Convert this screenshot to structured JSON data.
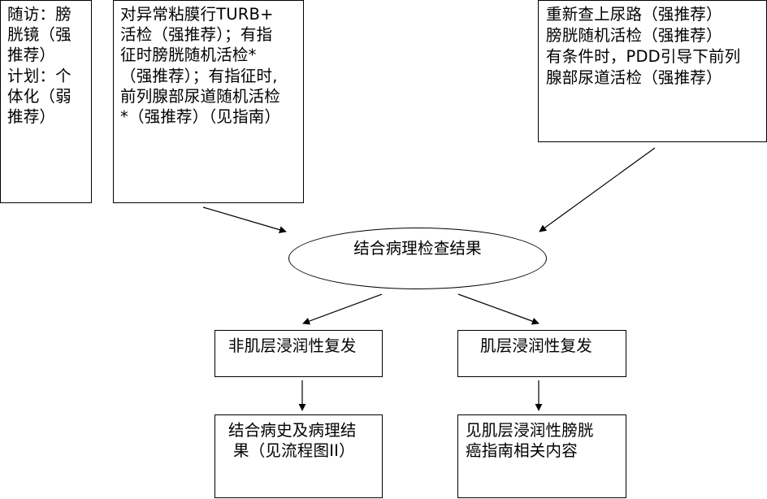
{
  "boxes": {
    "followup": {
      "lines": [
        "随访：膀",
        "胱镜（强",
        "推荐）",
        "计划：个",
        "体化（弱",
        "推荐）"
      ]
    },
    "turb": {
      "lines": [
        "对异常粘膜行TURB+",
        "活检（强推荐）；有指",
        "征时膀胱随机活检*",
        "（强推荐）；有指征时,",
        "前列腺部尿道随机活检",
        "*（强推荐）（见指南）"
      ]
    },
    "recheck": {
      "lines": [
        "重新查上尿路（强推荐）",
        "膀胱随机活检（强推荐）",
        "有条件时，PDD引导下前列",
        "腺部尿道活检（强推荐）"
      ]
    },
    "pathology": {
      "label": "结合病理检查结果"
    },
    "nmi_recur": {
      "label": "非肌层浸润性复发"
    },
    "mi_recur": {
      "label": "肌层浸润性复发"
    },
    "nmi_next": {
      "lines": [
        "结合病史及病理结",
        "果（见流程图II）"
      ]
    },
    "mi_next": {
      "lines": [
        "见肌层浸润性膀胱",
        "癌指南相关内容"
      ]
    }
  }
}
